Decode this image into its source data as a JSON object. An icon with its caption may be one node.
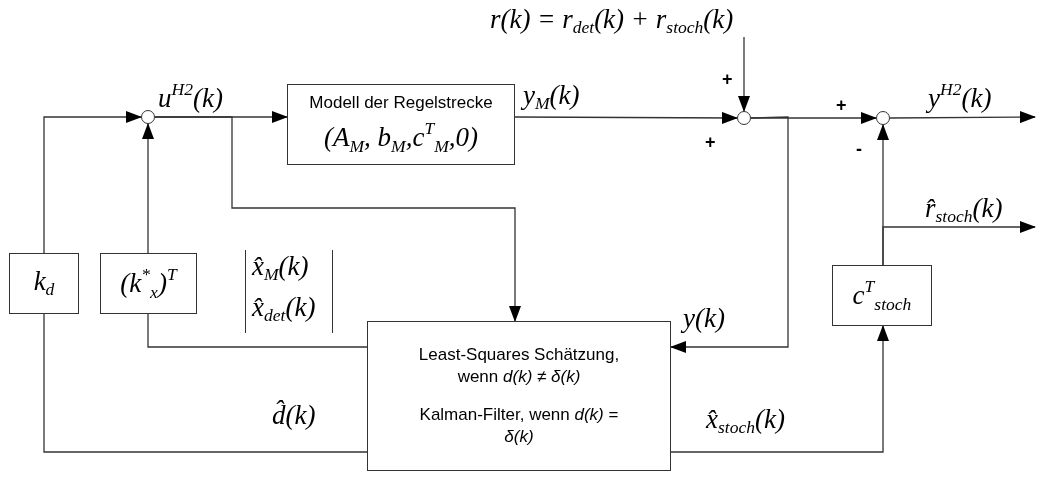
{
  "diagram": {
    "nodes": [
      {
        "text": [],
        "shape": "circle"
      },
      {
        "text": [
          "Modell der Regelstrecke",
          "(A$_{M}$, b$_{M}$,c$^{T}$$_{M}$,0)"
        ]
      },
      {
        "text": [],
        "shape": "circle"
      },
      {
        "text": [],
        "shape": "circle"
      },
      {
        "text": [
          "k$_{d}$"
        ]
      },
      {
        "text": [
          "(k$^{*}$$_{x}$)$^{T}$"
        ]
      },
      {
        "text": [
          "c$^{T}$$_{stoch}$"
        ]
      },
      {
        "text": [
          "Least-Squares Schätzung, wenn *d(k)* ≠ *δ(k)*",
          "Kalman-Filter, wenn *d(k)* = *δ(k)*"
        ]
      }
    ],
    "edges": [
      {
        "from": 0,
        "to": 1,
        "arrow": "to",
        "label": "u$^{H2}$(k)"
      },
      {
        "from": 1,
        "to": 2,
        "arrow": "to",
        "label": "y$_{M}$(k)"
      },
      {
        "from": null,
        "to": 2,
        "arrow": "to",
        "label": "r(k) = r$_{det}$(k) + r$_{stoch}$(k)"
      },
      {
        "from": 2,
        "to": 3,
        "arrow": "to"
      },
      {
        "from": 3,
        "to": null,
        "arrow": "to",
        "label": "y$^{H2}$(k)"
      },
      {
        "from": 2,
        "to": 7,
        "arrow": "to",
        "label": "y(k)"
      },
      {
        "from": 0,
        "to": 7,
        "arrow": "to"
      },
      {
        "from": 7,
        "to": 5,
        "arrow": "none",
        "label": "x̂$_{M}$(k) x̂$_{det}$(k)"
      },
      {
        "from": 5,
        "to": 0,
        "arrow": "to"
      },
      {
        "from": 7,
        "to": 4,
        "arrow": "none",
        "label": "d̂(k)"
      },
      {
        "from": 4,
        "to": 0,
        "arrow": "to"
      },
      {
        "from": 7,
        "to": 6,
        "arrow": "to",
        "label": "x̂$_{stoch}$(k)"
      },
      {
        "from": 6,
        "to": 3,
        "arrow": "to"
      },
      {
        "from": 6,
        "to": null,
        "arrow": "to",
        "label": "r̂$_{stoch}$(k)"
      }
    ],
    "labels": [
      "+",
      "+",
      "+",
      "-"
    ]
  }
}
